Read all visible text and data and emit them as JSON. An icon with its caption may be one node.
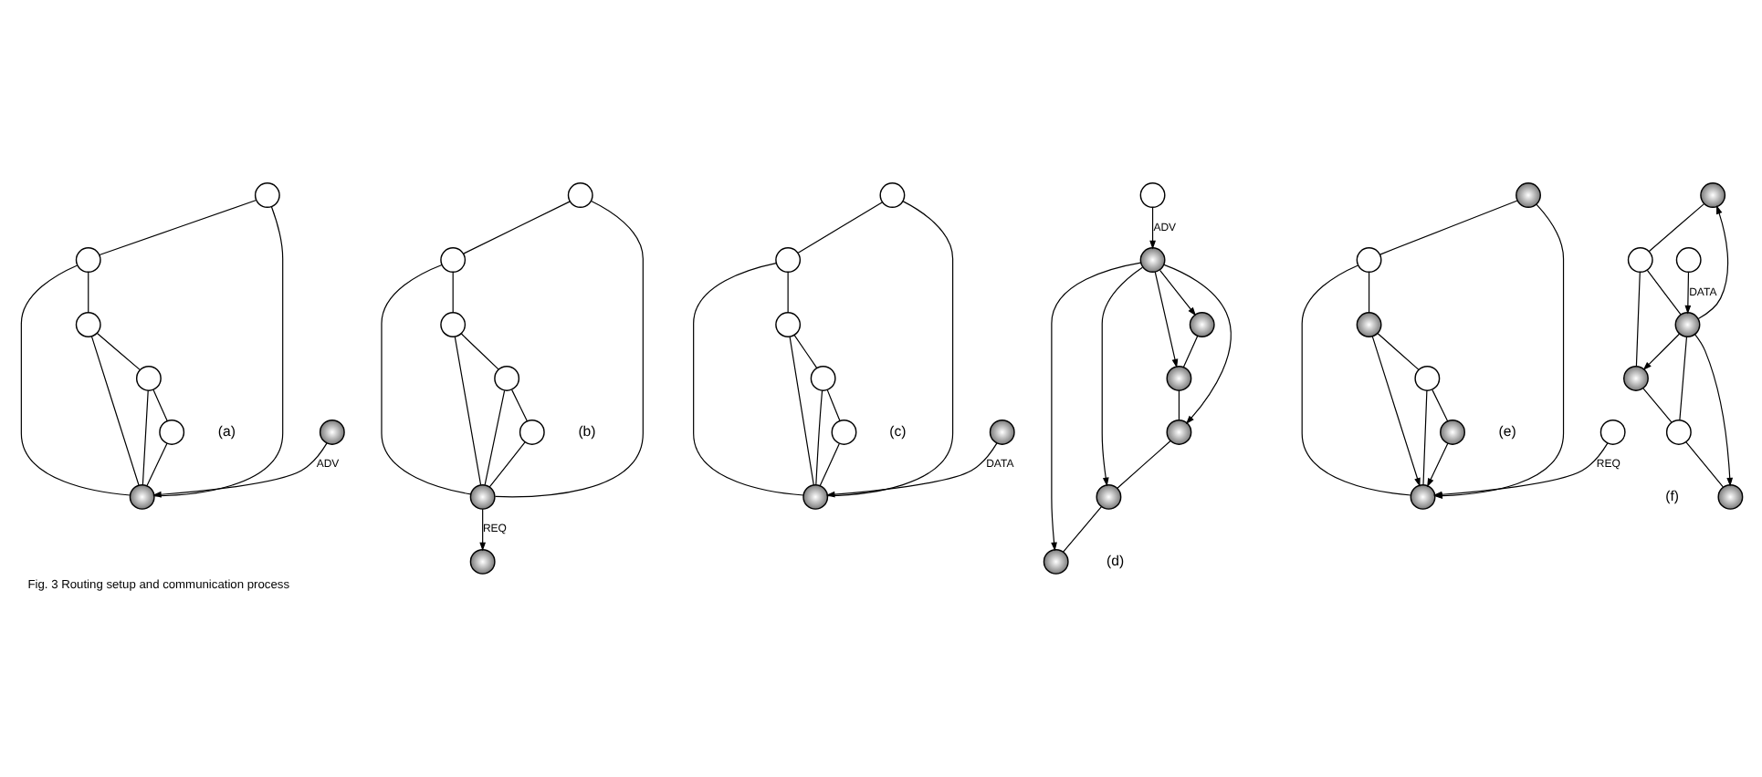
{
  "diagram": {
    "caption": "Fig. 3 Routing setup and communication process",
    "nodes": [
      {
        "text": [],
        "shape": "circle"
      },
      {
        "text": [],
        "shape": "circle"
      },
      {
        "text": [],
        "shape": "circle"
      },
      {
        "text": [],
        "shape": "circle"
      },
      {
        "text": [],
        "shape": "circle"
      },
      {
        "text": [],
        "shape": "circle"
      },
      {
        "text": [],
        "shape": "circle"
      },
      {
        "text": [],
        "shape": "circle"
      },
      {
        "text": [],
        "shape": "circle"
      },
      {
        "text": [],
        "shape": "circle"
      },
      {
        "text": [],
        "shape": "circle"
      },
      {
        "text": [],
        "shape": "circle"
      },
      {
        "text": [],
        "shape": "circle"
      },
      {
        "text": [],
        "shape": "circle"
      },
      {
        "text": [],
        "shape": "circle"
      },
      {
        "text": [],
        "shape": "circle"
      },
      {
        "text": [],
        "shape": "circle"
      },
      {
        "text": [],
        "shape": "circle"
      },
      {
        "text": [],
        "shape": "circle"
      },
      {
        "text": [],
        "shape": "circle"
      },
      {
        "text": [],
        "shape": "circle"
      },
      {
        "text": [],
        "shape": "circle"
      },
      {
        "text": [],
        "shape": "circle"
      },
      {
        "text": [],
        "shape": "circle"
      },
      {
        "text": [],
        "shape": "circle"
      },
      {
        "text": [],
        "shape": "circle"
      },
      {
        "text": [],
        "shape": "circle"
      },
      {
        "text": [],
        "shape": "circle"
      },
      {
        "text": [],
        "shape": "circle"
      },
      {
        "text": [],
        "shape": "circle"
      },
      {
        "text": [],
        "shape": "circle"
      },
      {
        "text": [],
        "shape": "circle"
      },
      {
        "text": [],
        "shape": "circle"
      },
      {
        "text": [],
        "shape": "circle"
      },
      {
        "text": [],
        "shape": "circle"
      },
      {
        "text": [],
        "shape": "circle"
      },
      {
        "text": [],
        "shape": "circle"
      },
      {
        "text": [],
        "shape": "circle"
      },
      {
        "text": [],
        "shape": "circle"
      },
      {
        "text": [],
        "shape": "circle"
      },
      {
        "text": [],
        "shape": "circle"
      },
      {
        "text": [],
        "shape": "circle"
      }
    ],
    "edges": [
      {
        "from": 1,
        "to": 3,
        "arrow": "to",
        "label": "ADV"
      },
      {
        "from": 0,
        "to": 3,
        "arrow": "none"
      },
      {
        "from": 0,
        "to": 2,
        "arrow": "none"
      },
      {
        "from": 2,
        "to": 3,
        "arrow": "none"
      },
      {
        "from": 2,
        "to": 5,
        "arrow": "none"
      },
      {
        "from": 5,
        "to": 3,
        "arrow": "none"
      },
      {
        "from": 5,
        "to": 6,
        "arrow": "none"
      },
      {
        "from": 6,
        "to": 3,
        "arrow": "none"
      },
      {
        "from": 6,
        "to": 4,
        "arrow": "none"
      },
      {
        "from": 4,
        "to": 3,
        "arrow": "none"
      },
      {
        "from": 10,
        "to": 8,
        "arrow": "to",
        "label": "REQ"
      },
      {
        "from": 7,
        "to": 10,
        "arrow": "none"
      },
      {
        "from": 7,
        "to": 9,
        "arrow": "none"
      },
      {
        "from": 9,
        "to": 10,
        "arrow": "none"
      },
      {
        "from": 9,
        "to": 12,
        "arrow": "none"
      },
      {
        "from": 12,
        "to": 10,
        "arrow": "none"
      },
      {
        "from": 12,
        "to": 13,
        "arrow": "none"
      },
      {
        "from": 13,
        "to": 10,
        "arrow": "none"
      },
      {
        "from": 13,
        "to": 11,
        "arrow": "none"
      },
      {
        "from": 11,
        "to": 10,
        "arrow": "none"
      },
      {
        "from": 15,
        "to": 17,
        "arrow": "to",
        "label": "DATA"
      },
      {
        "from": 14,
        "to": 17,
        "arrow": "none"
      },
      {
        "from": 14,
        "to": 16,
        "arrow": "none"
      },
      {
        "from": 16,
        "to": 17,
        "arrow": "none"
      },
      {
        "from": 16,
        "to": 19,
        "arrow": "none"
      },
      {
        "from": 19,
        "to": 17,
        "arrow": "none"
      },
      {
        "from": 19,
        "to": 20,
        "arrow": "none"
      },
      {
        "from": 20,
        "to": 17,
        "arrow": "none"
      },
      {
        "from": 20,
        "to": 18,
        "arrow": "none"
      },
      {
        "from": 18,
        "to": 17,
        "arrow": "none"
      },
      {
        "from": 22,
        "to": 24,
        "arrow": "to",
        "label": "ADV"
      },
      {
        "from": 24,
        "to": 21,
        "arrow": "to"
      },
      {
        "from": 21,
        "to": 23,
        "arrow": "none"
      },
      {
        "from": 24,
        "to": 23,
        "arrow": "to"
      },
      {
        "from": 23,
        "to": 26,
        "arrow": "none"
      },
      {
        "from": 24,
        "to": 26,
        "arrow": "to"
      },
      {
        "from": 26,
        "to": 27,
        "arrow": "none"
      },
      {
        "from": 24,
        "to": 27,
        "arrow": "to"
      },
      {
        "from": 27,
        "to": 25,
        "arrow": "none"
      },
      {
        "from": 24,
        "to": 25,
        "arrow": "to"
      },
      {
        "from": 29,
        "to": 31,
        "arrow": "to",
        "label": "REQ"
      },
      {
        "from": 28,
        "to": 31,
        "arrow": "to"
      },
      {
        "from": 28,
        "to": 30,
        "arrow": "none"
      },
      {
        "from": 30,
        "to": 31,
        "arrow": "none"
      },
      {
        "from": 30,
        "to": 33,
        "arrow": "none"
      },
      {
        "from": 33,
        "to": 31,
        "arrow": "to"
      },
      {
        "from": 33,
        "to": 34,
        "arrow": "none"
      },
      {
        "from": 34,
        "to": 31,
        "arrow": "none"
      },
      {
        "from": 34,
        "to": 32,
        "arrow": "none"
      },
      {
        "from": 32,
        "to": 31,
        "arrow": "to"
      },
      {
        "from": 36,
        "to": 38,
        "arrow": "to",
        "label": "DATA"
      },
      {
        "from": 38,
        "to": 35,
        "arrow": "to"
      },
      {
        "from": 35,
        "to": 37,
        "arrow": "none"
      },
      {
        "from": 37,
        "to": 38,
        "arrow": "none"
      },
      {
        "from": 37,
        "to": 40,
        "arrow": "none"
      },
      {
        "from": 38,
        "to": 40,
        "arrow": "to"
      },
      {
        "from": 40,
        "to": 41,
        "arrow": "none"
      },
      {
        "from": 41,
        "to": 38,
        "arrow": "none"
      },
      {
        "from": 41,
        "to": 39,
        "arrow": "none"
      },
      {
        "from": 38,
        "to": 39,
        "arrow": "to"
      }
    ],
    "labels": [
      "(a)",
      "(b)",
      "(c)",
      "(d)",
      "(e)",
      "(f)"
    ]
  }
}
